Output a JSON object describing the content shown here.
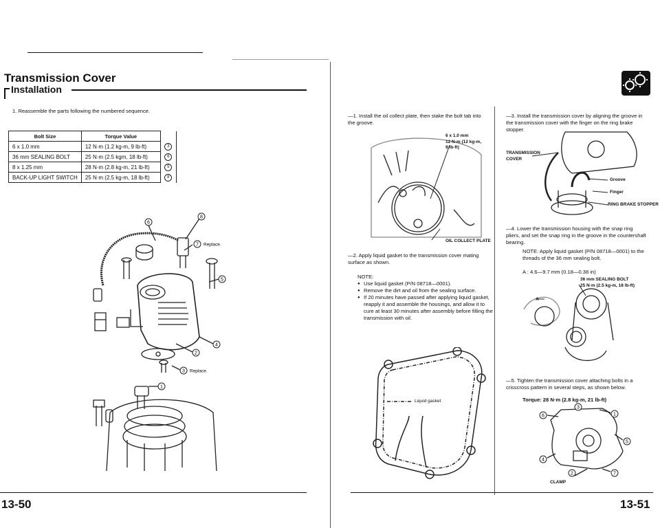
{
  "left": {
    "title": "Transmission Cover",
    "section": "Installation",
    "step1": "1.  Reassemble the parts following the numbered sequence.",
    "table": {
      "headers": [
        "Bolt Size",
        "Torque Value"
      ],
      "rows": [
        {
          "size": "6 x 1.0 mm",
          "torque": "12 N·m (1.2 kg-m, 9 lb-ft)",
          "ref": "3"
        },
        {
          "size": "36 mm SEALING BOLT",
          "torque": "25 N·m (2.5 kgm, 18 lb-ft)",
          "ref": "6"
        },
        {
          "size": "8 x 1.25 mm",
          "torque": "28 N·m (2.8 kg-m, 21 lb-ft)",
          "ref": "5"
        },
        {
          "size": "BACK-UP LIGHT SWITCH",
          "torque": "25 N·m (2.5 kg-m, 18 lb-ft)",
          "ref": "8"
        }
      ]
    },
    "callouts": {
      "c6": "6",
      "c8": "8",
      "c7": "7",
      "replace1": "Replace.",
      "c5": "5",
      "c4": "4",
      "c2": "2",
      "c3": "3",
      "replace2": "Replace.",
      "c1": "1"
    },
    "page": "13-50"
  },
  "mid": {
    "step1": "—1. Install the oil collect plate, then stake the bolt tab into the groove.",
    "bolt_spec": "6 x 1.0 mm\n12 N·m (12 kg-m,\n9 lb-ft)",
    "plate_label": "OIL COLLECT PLATE",
    "step2": "—2. Apply liquid gasket to the transmission cover mating surface as shown.",
    "note_label": "NOTE:",
    "notes": [
      "Use liquid gasket (P/N 08718—0001).",
      "Remove the dirt and oil from the sealing surface.",
      "If 20 minutes have passed after applying liquid gasket, reapply it and assemble the housings, and allow it to cure at least 30 minutes after assembly before filling the transmission with oil."
    ],
    "gasket_legend": "Liquid gasket"
  },
  "right": {
    "step3": "—3. Install the transmission cover by aligning the groove in the transmission cover with the finger on the ring brake stopper.",
    "cover_label": "TRANSMISSION\nCOVER",
    "groove_label": "Groove",
    "finger_label": "Finger",
    "stopper_label": "RING BRAKE STOPPER",
    "step4": "—4. Lower the transmission housing with the snap ring pliers, and set the snap ring in the groove in the countershaft bearing.",
    "note4": "NOTE:  Apply liquid gasket (P/N 08718—0001) to the threads of the 36 mm sealing bolt.",
    "dim_a": "A : 4.6—9.7 mm (0.18—0.38 in)",
    "sealing_bolt": "36 mm SEALING BOLT\n25 N·m (2.5 kg-m, 18 lb-ft)",
    "a_label": "A",
    "step5": "—5. Tighten the transmission cover attaching bolts in a crisscross pattern in several steps, as shown below.",
    "torque5": "Torque: 28 N·m (2.8 kg-m, 21 lb-ft)",
    "seq": [
      "3",
      "6",
      "1",
      "5",
      "4",
      "2",
      "7"
    ],
    "clamp_label": "CLAMP",
    "page": "13-51"
  }
}
